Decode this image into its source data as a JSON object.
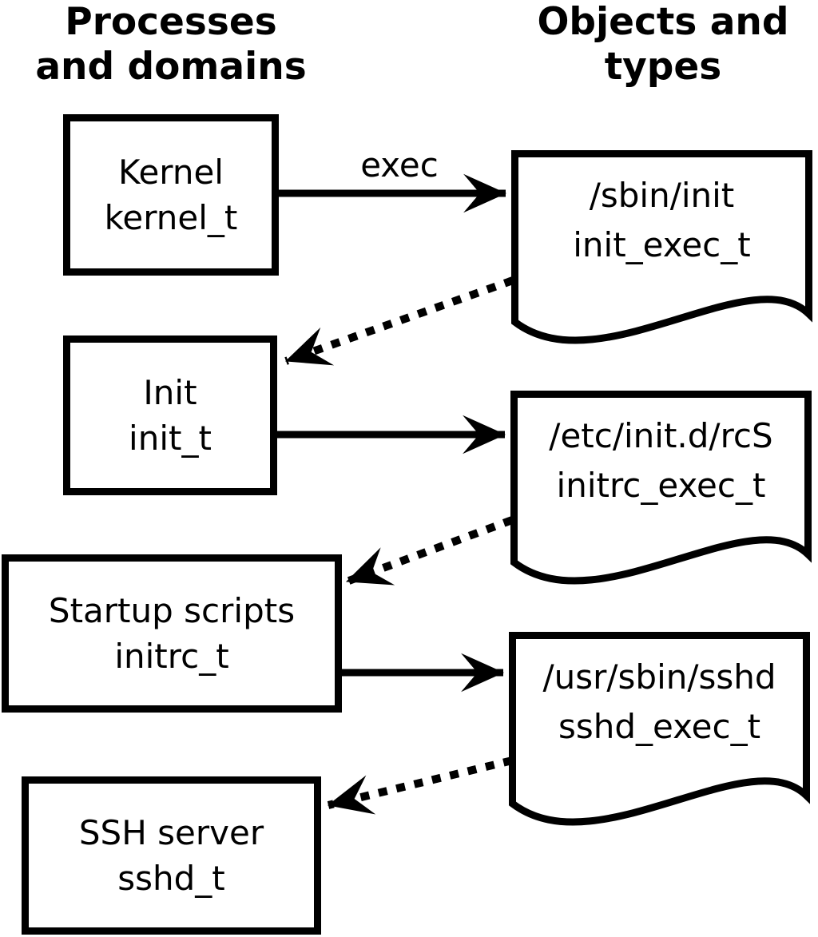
{
  "columns": {
    "left": {
      "line1": "Processes",
      "line2": "and domains"
    },
    "right": {
      "line1": "Objects and",
      "line2": "types"
    }
  },
  "labels": {
    "exec": "exec"
  },
  "processes": [
    {
      "name": "Kernel",
      "domain": "kernel_t"
    },
    {
      "name": "Init",
      "domain": "init_t"
    },
    {
      "name": "Startup scripts",
      "domain": "initrc_t"
    },
    {
      "name": "SSH server",
      "domain": "sshd_t"
    }
  ],
  "objects": [
    {
      "path": "/sbin/init",
      "type": "init_exec_t"
    },
    {
      "path": "/etc/init.d/rcS",
      "type": "initrc_exec_t"
    },
    {
      "path": "/usr/sbin/sshd",
      "type": "sshd_exec_t"
    }
  ],
  "colors": {
    "ink": "#000000",
    "paper": "#ffffff"
  }
}
